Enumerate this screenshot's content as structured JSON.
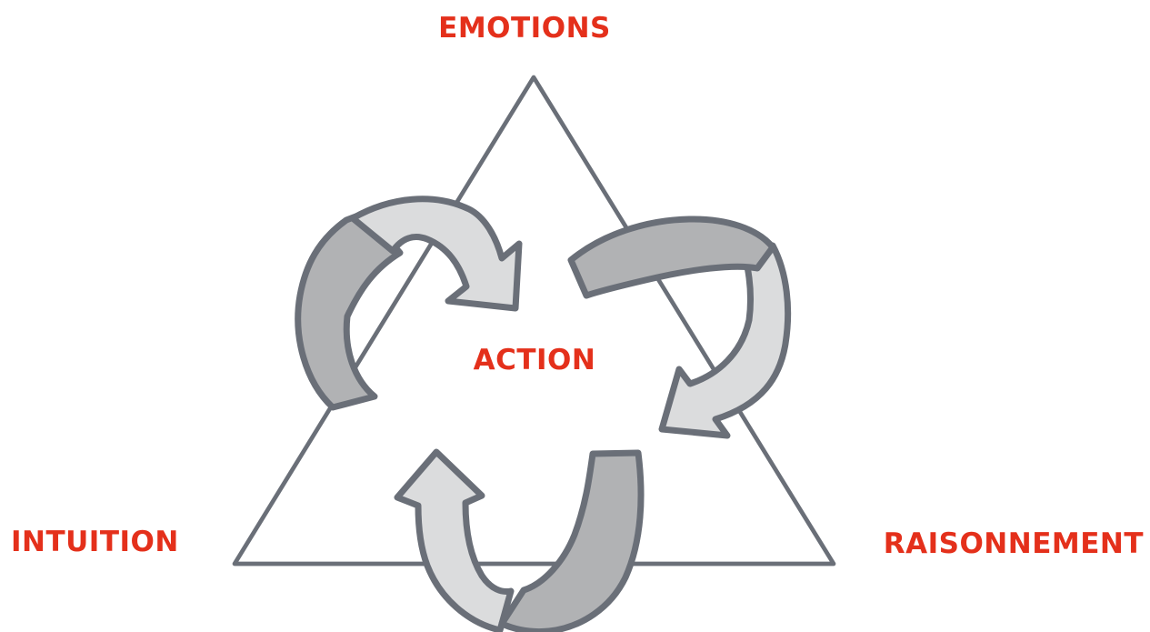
{
  "labels": {
    "top": "EMOTIONS",
    "left": "INTUITION",
    "right": "RAISONNEMENT",
    "center": "ACTION"
  },
  "icons": {
    "top_left": "curved-cycle-arrow-clockwise",
    "top_right": "curved-cycle-arrow-clockwise",
    "bottom": "curved-cycle-arrow-clockwise",
    "triangle": "triangle-outline"
  },
  "colors": {
    "background": "#ffffff",
    "red": "#e4301b",
    "outline": "#6a6f78",
    "light_gray": "#dbdcdd",
    "dark_gray": "#b1b2b4"
  }
}
